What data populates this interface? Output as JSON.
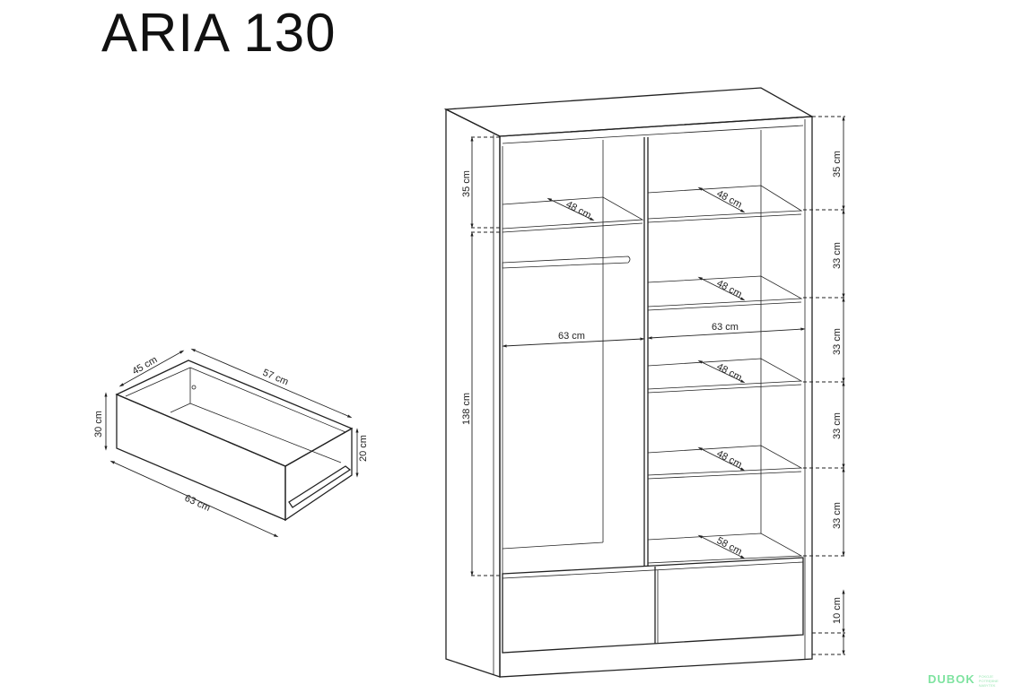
{
  "title": "ARIA 130",
  "drawer_dims": {
    "depth": "45 cm",
    "width_inner": "57 cm",
    "height": "30 cm",
    "height_inner": "20 cm",
    "width": "63 cm"
  },
  "wardrobe_dims": {
    "left_top_height": "35 cm",
    "left_hanging_height": "138 cm",
    "shelf_depths": [
      "48 cm",
      "48 cm",
      "48 cm",
      "48 cm",
      "48 cm",
      "58 cm"
    ],
    "left_width": "63 cm",
    "right_width": "63 cm",
    "right_heights": [
      "35 cm",
      "33 cm",
      "33 cm",
      "33 cm",
      "33 cm",
      "10 cm"
    ]
  },
  "logo": {
    "text": "DUBOK",
    "sub": "POKOJE POTRĘBNE NABYTEK"
  }
}
